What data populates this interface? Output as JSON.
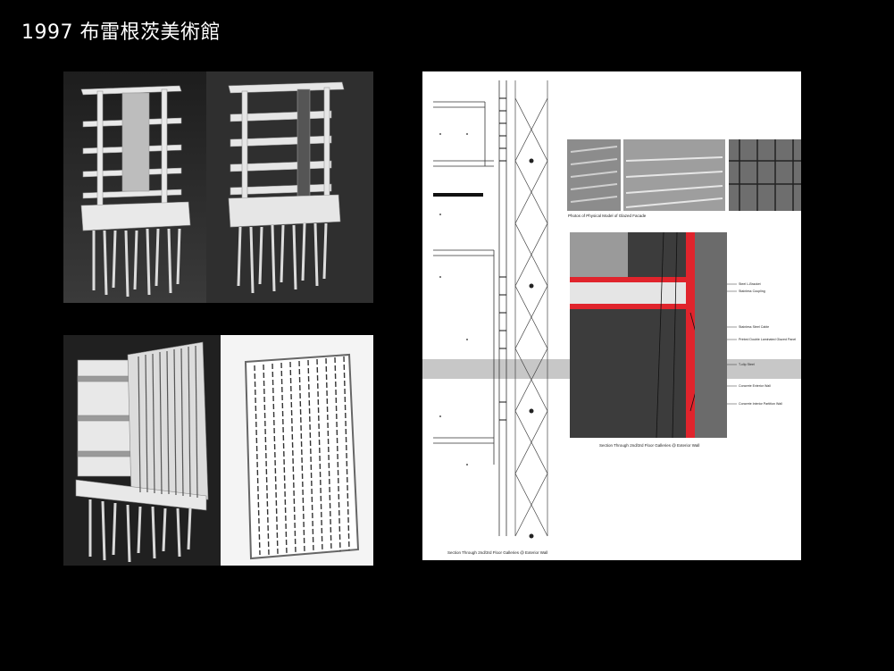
{
  "slide": {
    "title": "1997 布雷根茨美術館"
  },
  "drawing": {
    "caption_top": "Photos of Physical Model of Glazed Facade",
    "caption_detail": "Section Through 2nd/3rd Floor Galleries @ Exterior Wall",
    "caption_section": "Section Through 2nd/3rd Floor Galleries @ Exterior Wall",
    "callouts": [
      "Steel L-Bracket",
      "Stainless Coupling",
      "Stainless Steel Cable",
      "Printed Double Laminated Glazed Panel",
      "T-clip Steel",
      "Concrete Exterior Wall",
      "Concrete Interior Partition Wall"
    ]
  },
  "colors": {
    "background": "#000000",
    "accent_red": "#e0242c",
    "model_white": "#e8e8e8"
  }
}
